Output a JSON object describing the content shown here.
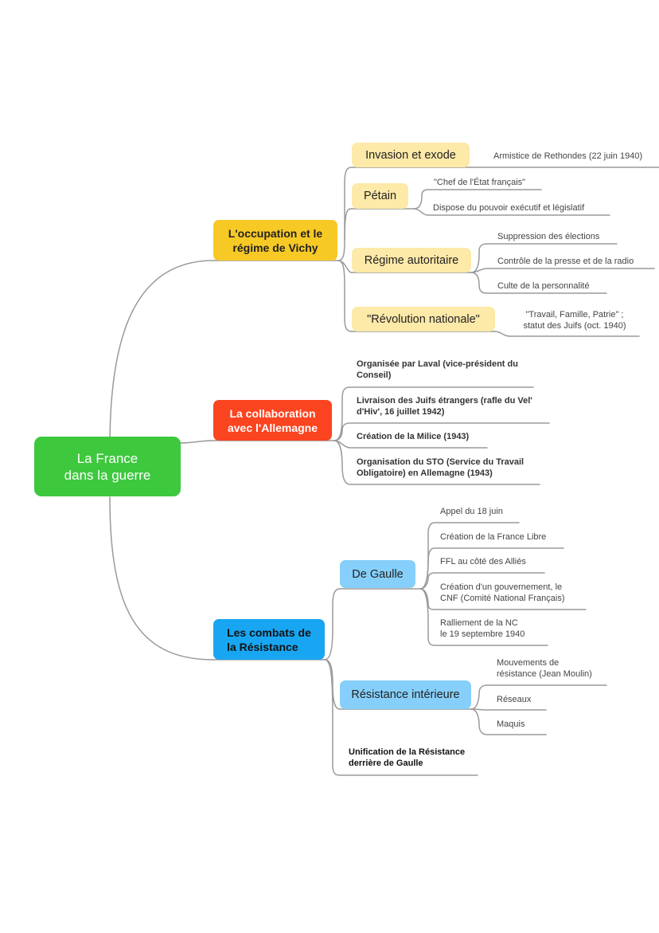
{
  "root": {
    "line1": "La France",
    "line2": "dans la guerre"
  },
  "branches": {
    "occupation": {
      "title1": "L'occupation et le",
      "title2": "régime de Vichy",
      "invasion": {
        "label": "Invasion et exode",
        "leaf": "Armistice de Rethondes (22 juin 1940)"
      },
      "petain": {
        "label": "Pétain",
        "leaf1": "\"Chef de l'État français\"",
        "leaf2": "Dispose du pouvoir exécutif et législatif"
      },
      "regime": {
        "label": "Régime autoritaire",
        "leaf1": "Suppression des élections",
        "leaf2": "Contrôle de la presse et de la radio",
        "leaf3": "Culte de la personnalité"
      },
      "revolution": {
        "label": "\"Révolution nationale\"",
        "leaf1": "\"Travail, Famille, Patrie\" ;",
        "leaf2": "statut des Juifs (oct. 1940)"
      }
    },
    "collaboration": {
      "title1": "La collaboration",
      "title2": "avec l'Allemagne",
      "items": [
        {
          "l1": "Organisée par Laval (vice-président du",
          "l2": "Conseil)"
        },
        {
          "l1": "Livraison des Juifs étrangers (rafle du Vel'",
          "l2": "d'Hiv', 16 juillet 1942)"
        },
        {
          "l1": "Création de la Milice (1943)",
          "l2": ""
        },
        {
          "l1": "Organisation du STO (Service du Travail",
          "l2": "Obligatoire) en Allemagne (1943)"
        }
      ]
    },
    "resistance": {
      "title1": "Les combats de",
      "title2": "la Résistance",
      "degaulle": {
        "label": "De Gaulle",
        "leaves": [
          {
            "l1": "Appel du 18 juin",
            "l2": ""
          },
          {
            "l1": "Création de la France Libre",
            "l2": ""
          },
          {
            "l1": "FFL au côté des Alliés",
            "l2": ""
          },
          {
            "l1": "Création d'un gouvernement, le",
            "l2": "CNF (Comité National Français)"
          },
          {
            "l1": "Ralliement de la NC",
            "l2": "le 19 septembre 1940"
          }
        ]
      },
      "interieure": {
        "label": "Résistance intérieure",
        "leaves": [
          {
            "l1": "Mouvements de",
            "l2": "résistance (Jean Moulin)"
          },
          {
            "l1": "Réseaux",
            "l2": ""
          },
          {
            "l1": "Maquis",
            "l2": ""
          }
        ]
      },
      "unification": {
        "l1": "Unification de la Résistance",
        "l2": "derrière de Gaulle"
      }
    }
  },
  "colors": {
    "root": "#3ec83e",
    "yellow": "#f7c925",
    "red": "#fb4420",
    "blue": "#18a6f2",
    "cream": "#fde9a8",
    "light_blue": "#86cffa",
    "connector": "#999999"
  }
}
